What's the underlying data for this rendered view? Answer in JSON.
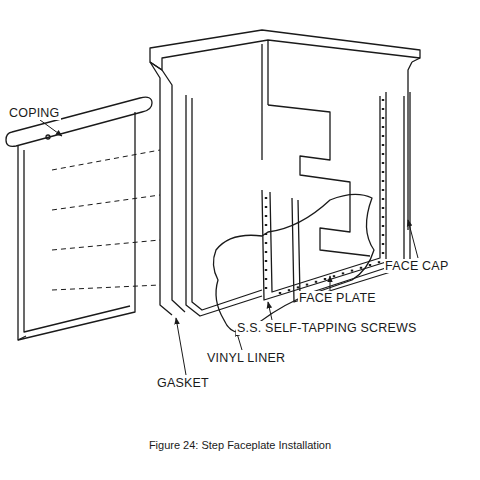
{
  "diagram": {
    "caption": "Figure 24: Step Faceplate Installation",
    "labels": [
      "COPING",
      "FACE CAP",
      "FACE PLATE",
      "S.S. SELF-TAPPING SCREWS",
      "VINYL LINER",
      "GASKET"
    ]
  }
}
